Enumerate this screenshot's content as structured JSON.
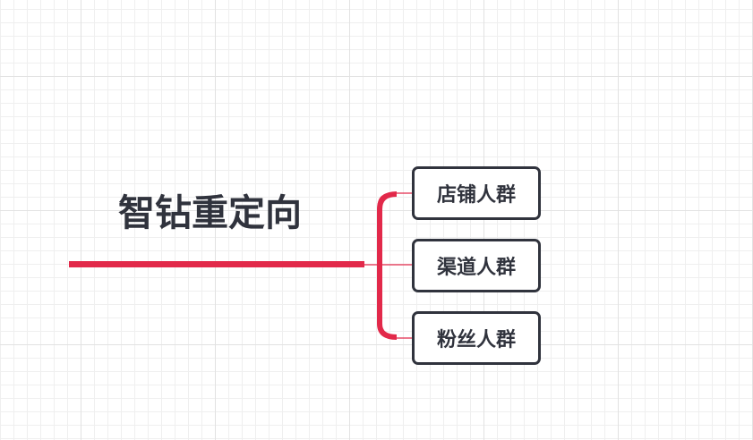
{
  "mindmap": {
    "root": {
      "label": "智钻重定向"
    },
    "children": [
      {
        "label": "店铺人群"
      },
      {
        "label": "渠道人群"
      },
      {
        "label": "粉丝人群"
      }
    ],
    "colors": {
      "branch": "#e2294a",
      "text": "#30333d",
      "node_border": "#30333d",
      "grid_minor": "#efefef",
      "grid_major": "#e2e2e2"
    }
  }
}
